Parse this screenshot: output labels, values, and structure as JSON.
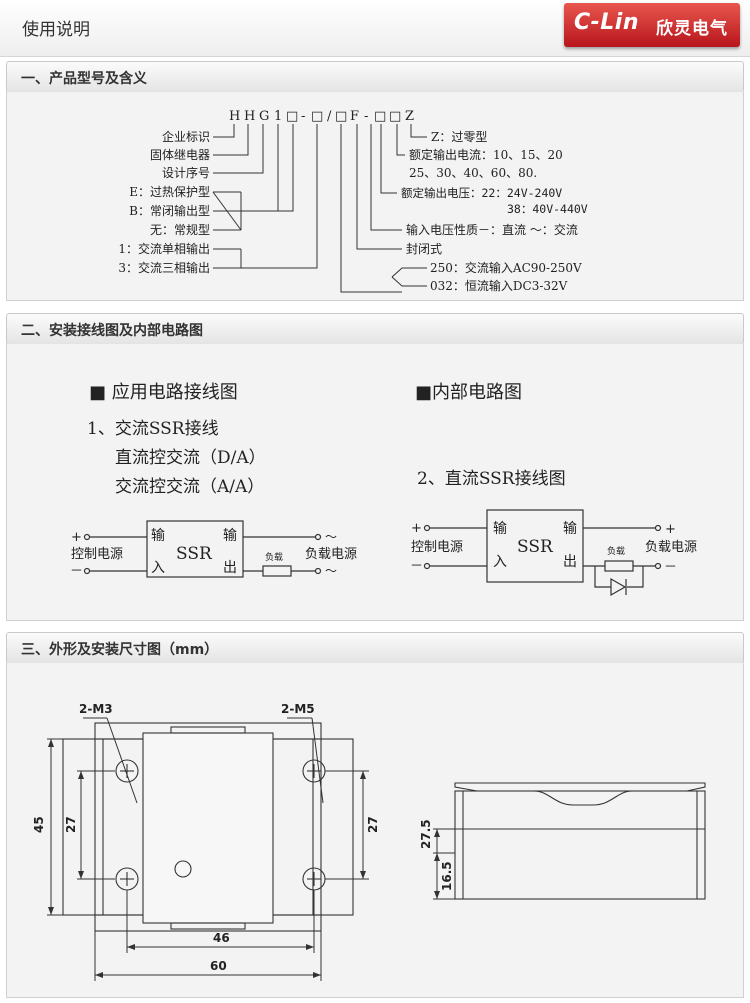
{
  "header": {
    "title": "使用说明",
    "logo_mark": "C-Lin",
    "logo_cn": "欣灵电气"
  },
  "sections": [
    {
      "title": "一、产品型号及含义"
    },
    {
      "title": "二、安装接线图及内部电路图"
    },
    {
      "title": "三、外形及安装尺寸图（mm）"
    }
  ],
  "model": {
    "code": [
      "H",
      "H",
      "G",
      "1",
      "□",
      "-",
      "□",
      "/",
      "□",
      "F",
      "-",
      "□",
      "□",
      "Z"
    ],
    "left_labels": [
      "企业标识",
      "固体继电器",
      "设计序号",
      "E：过热保护型",
      "B：常闭输出型",
      "无：常规型",
      "1：交流单相输出",
      "3：交流三相输出"
    ],
    "right_labels": [
      "Z：过零型",
      "额定输出电流：10、15、20",
      "25、30、40、60、80.",
      "额定输出电压：22：24V-240V",
      "38：40V-440V",
      "输入电压性质－：直流 ～：交流",
      "封闭式",
      "250：交流输入AC90-250V",
      "032：恒流输入DC3-32V"
    ]
  },
  "wiring": {
    "app_title": "■ 应用电路接线图",
    "internal_title": "■内部电路图",
    "ac_title": "1、交流SSR接线",
    "ac_sub1": "直流控交流（D/A）",
    "ac_sub2": "交流控交流（A/A）",
    "dc_title": "2、直流SSR接线图",
    "ssr": "SSR",
    "in_top": "输",
    "in_bottom": "入",
    "out_top": "输",
    "out_bottom": "出",
    "load": "负载",
    "control_source": "控制电源",
    "load_source": "负载电源",
    "plus": "+",
    "minus": "－",
    "tilde": "～"
  },
  "dimensions": {
    "m3": "2-M3",
    "m5": "2-M5",
    "d45": "45",
    "d27a": "27",
    "d27b": "27",
    "d46": "46",
    "d60": "60",
    "d275": "27.5",
    "d165": "16.5"
  }
}
